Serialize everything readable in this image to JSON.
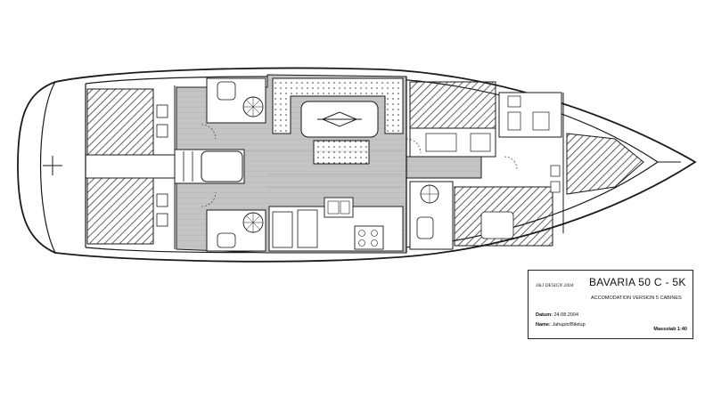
{
  "title_block": {
    "designer": "J&J DESIGN 2004",
    "model": "BAVARIA 50 C - 5K",
    "version": "ACCOMODATION VERSION 5 CABINES",
    "date_label": "Datum:",
    "date_value": "24.08.2004",
    "name_label": "Name:",
    "name_value": "Jahupin/Bilelup",
    "scale": "Massstab 1:40"
  },
  "colors": {
    "line": "#1a1a1a",
    "floor": "#bdbdbd",
    "grid": "#9a9a9a",
    "hatch": "#3a3a3a",
    "background": "#ffffff"
  }
}
